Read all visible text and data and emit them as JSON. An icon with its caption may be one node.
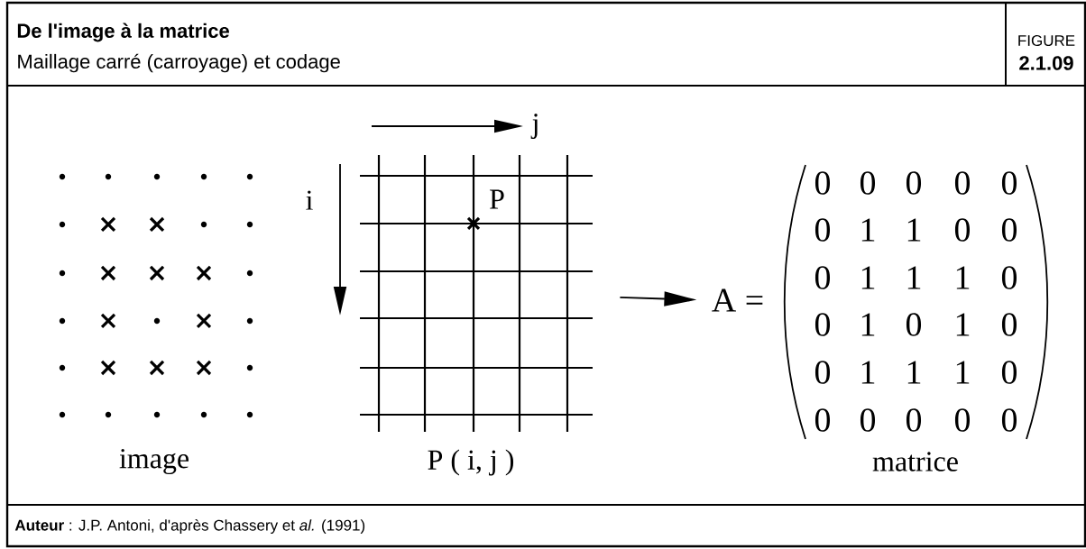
{
  "diagram": {
    "title": "De l'image à la matrice",
    "caption": "**Auteur** : J.P. Antoni, d'après Chassery et *al.* (1991)",
    "nodes": [
      {
        "text": [],
        "shape": "picture",
        "beside": [
          "P ( i, j )"
        ]
      },
      {
        "text": [
          "A ="
        ]
      }
    ],
    "edges": [
      {
        "from": 0,
        "to": 1,
        "arrow": "to"
      }
    ],
    "labels": [
      "Maillage carré (carroyage) et codage",
      "FIGURE",
      "2.1.09",
      "image",
      "j",
      "i",
      "P",
      "matrice",
      "0",
      "0",
      "0",
      "0",
      "0",
      "0",
      "1",
      "1",
      "0",
      "0",
      "0",
      "1",
      "1",
      "1",
      "0",
      "0",
      "1",
      "0",
      "1",
      "0",
      "0",
      "1",
      "1",
      "1",
      "0",
      "0",
      "0",
      "0",
      "0",
      "0"
    ]
  }
}
